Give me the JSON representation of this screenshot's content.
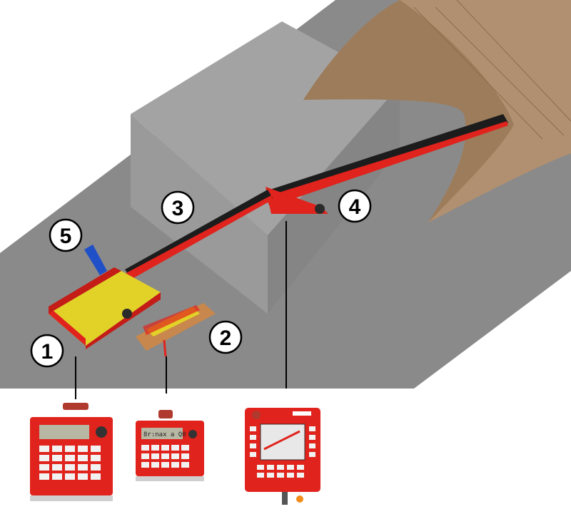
{
  "callouts": [
    {
      "id": 1,
      "label": "1"
    },
    {
      "id": 2,
      "label": "2"
    },
    {
      "id": 3,
      "label": "3"
    },
    {
      "id": 4,
      "label": "4"
    },
    {
      "id": 5,
      "label": "5"
    }
  ],
  "colors": {
    "floor": "#8a8a8a",
    "wall": "#9a9a9a",
    "wall_dark": "#7c7c7c",
    "store_shell": "#b09070",
    "machine_red": "#e0231c",
    "machine_yellow": "#e2d228",
    "belt_black": "#1c1c1c",
    "potato_box": "#c8874c",
    "panel_grey": "#e6e6e6"
  },
  "panels": [
    {
      "id": "panel-1",
      "display_text": ""
    },
    {
      "id": "panel-2",
      "display_text": "8r:nax a Q0"
    },
    {
      "id": "panel-4",
      "display_text": ""
    }
  ]
}
